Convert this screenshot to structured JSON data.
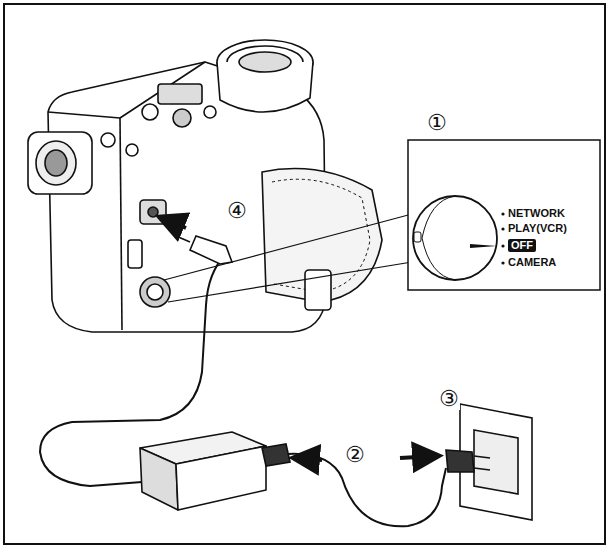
{
  "diagram": {
    "labels": [
      "①",
      "NETWORK",
      "PLAY(VCR)",
      "OFF",
      "CAMERA",
      "④",
      "②",
      "③"
    ]
  }
}
